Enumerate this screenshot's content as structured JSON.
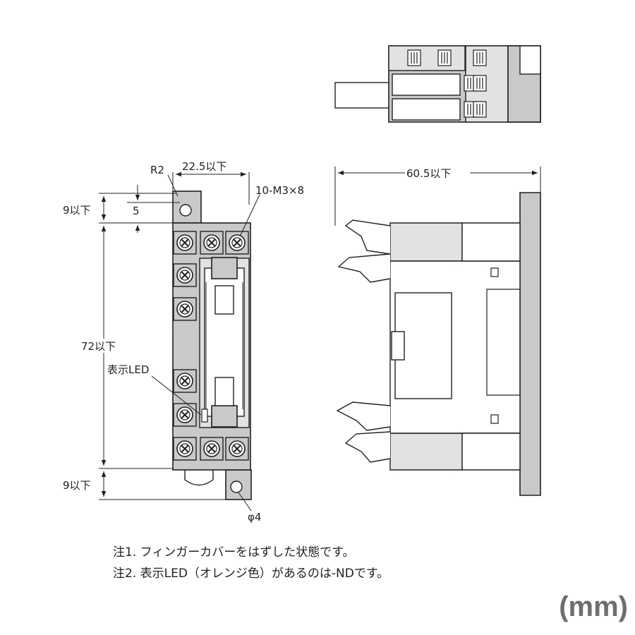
{
  "dimensions": {
    "width_label": "22.5以下",
    "radius_label": "R2",
    "screw_label": "10-M3×8",
    "top_margin_label": "9以下",
    "hole_offset_label": "5",
    "height_label": "72以下",
    "led_label": "表示LED",
    "bottom_margin_label": "9以下",
    "hole_label": "φ4",
    "depth_label": "60.5以下"
  },
  "notes": [
    "注1. フィンガーカバーをはずした状態です。",
    "注2. 表示LED（オレンジ色）があるのは-NDです。"
  ],
  "unit_label": "(mm)"
}
